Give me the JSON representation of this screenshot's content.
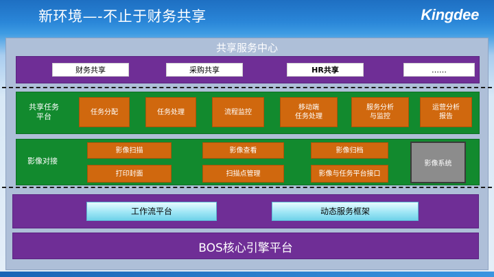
{
  "header": {
    "title": "新环境—-不止于财务共享",
    "logo": "Kingdee"
  },
  "shared_center": {
    "title": "共享服务中心",
    "items": [
      "财务共享",
      "采购共享",
      "HR共享",
      "……"
    ]
  },
  "task_platform": {
    "title": "共享任务\n平台",
    "items": [
      "任务分配",
      "任务处理",
      "流程监控",
      "移动端\n任务处理",
      "服务分析\n与监控",
      "运营分析\n报告"
    ]
  },
  "image_docking": {
    "title": "影像对接",
    "row1": [
      "影像扫描",
      "影像查看",
      "影像归档"
    ],
    "row2": [
      "打印封面",
      "扫描点管理",
      "影像与任务平台接口"
    ],
    "system": "影像系统"
  },
  "platforms": {
    "workflow": "工作流平台",
    "dynamic": "动态服务框架"
  },
  "bos": {
    "label": "BOS核心引擎平台"
  }
}
